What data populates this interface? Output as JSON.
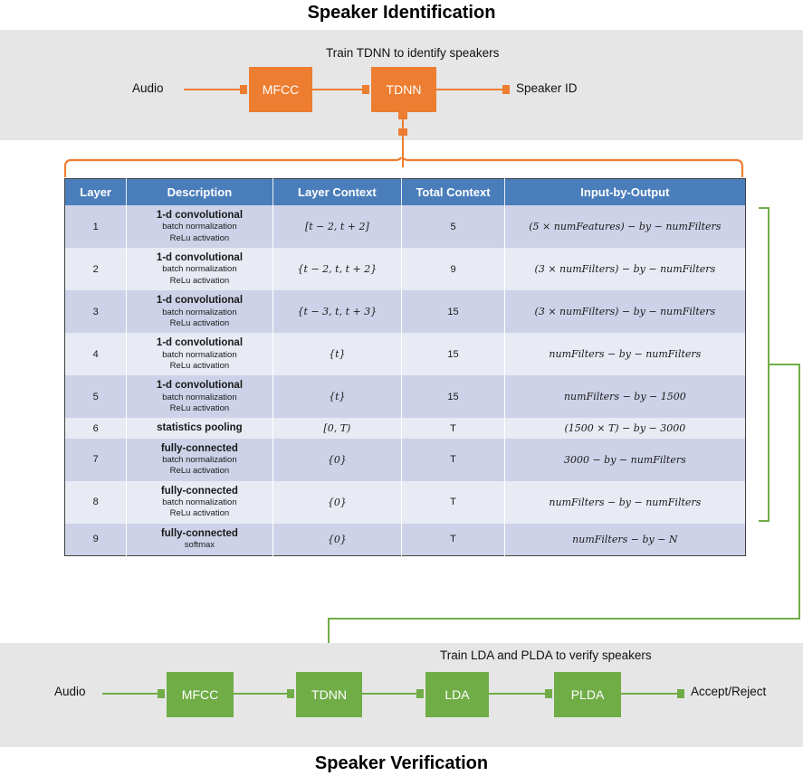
{
  "titles": {
    "top": "Speaker Identification",
    "bottom": "Speaker Verification"
  },
  "colors": {
    "orange": "#ED7D31",
    "green": "#70AD47",
    "header_blue": "#4A7EBB",
    "row_odd": "#CED2E8",
    "row_even": "#E8EAF4",
    "band_gray": "#E6E6E6"
  },
  "identification": {
    "caption": "Train TDNN to identify speakers",
    "input_label": "Audio",
    "output_label": "Speaker ID",
    "blocks": [
      {
        "label": "MFCC"
      },
      {
        "label": "TDNN"
      }
    ]
  },
  "verification": {
    "caption": "Train LDA and PLDA to verify speakers",
    "input_label": "Audio",
    "output_label": "Accept/Reject",
    "blocks": [
      {
        "label": "MFCC"
      },
      {
        "label": "TDNN"
      },
      {
        "label": "LDA"
      },
      {
        "label": "PLDA"
      }
    ]
  },
  "table": {
    "headers": [
      "Layer",
      "Description",
      "Layer Context",
      "Total Context",
      "Input-by-Output"
    ],
    "rows": [
      {
        "layer": "1",
        "desc_main": "1-d convolutional",
        "desc_sub": [
          "batch normalization",
          "ReLu activation"
        ],
        "layer_context": "[t − 2, t + 2]",
        "total_context": "5",
        "input_by_output": "(5 × numFeatures) − by − numFilters"
      },
      {
        "layer": "2",
        "desc_main": "1-d convolutional",
        "desc_sub": [
          "batch normalization",
          "ReLu activation"
        ],
        "layer_context": "{t − 2, t, t + 2}",
        "total_context": "9",
        "input_by_output": "(3 × numFilters) − by − numFilters"
      },
      {
        "layer": "3",
        "desc_main": "1-d convolutional",
        "desc_sub": [
          "batch normalization",
          "ReLu activation"
        ],
        "layer_context": "{t − 3, t, t + 3}",
        "total_context": "15",
        "input_by_output": "(3 × numFilters) − by − numFilters"
      },
      {
        "layer": "4",
        "desc_main": "1-d convolutional",
        "desc_sub": [
          "batch normalization",
          "ReLu activation"
        ],
        "layer_context": "{t}",
        "total_context": "15",
        "input_by_output": "numFilters − by − numFilters"
      },
      {
        "layer": "5",
        "desc_main": "1-d convolutional",
        "desc_sub": [
          "batch normalization",
          "ReLu activation"
        ],
        "layer_context": "{t}",
        "total_context": "15",
        "input_by_output": "numFilters − by − 1500"
      },
      {
        "layer": "6",
        "desc_main": "statistics  pooling",
        "desc_sub": [],
        "layer_context": "[0, T)",
        "total_context": "T",
        "input_by_output": "(1500 × T) − by − 3000"
      },
      {
        "layer": "7",
        "desc_main": "fully-connected",
        "desc_sub": [
          "batch normalization",
          "ReLu activation"
        ],
        "layer_context": "{0}",
        "total_context": "T",
        "input_by_output": "3000 − by − numFilters"
      },
      {
        "layer": "8",
        "desc_main": "fully-connected",
        "desc_sub": [
          "batch normalization",
          "ReLu activation"
        ],
        "layer_context": "{0}",
        "total_context": "T",
        "input_by_output": "numFilters − by − numFilters"
      },
      {
        "layer": "9",
        "desc_main": "fully-connected",
        "desc_sub": [
          "softmax"
        ],
        "layer_context": "{0}",
        "total_context": "T",
        "input_by_output": "numFilters − by − N"
      }
    ]
  }
}
